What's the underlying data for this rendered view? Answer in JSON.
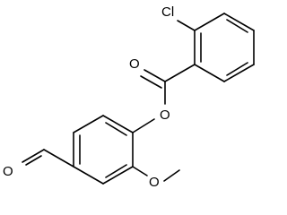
{
  "molecule": {
    "atom_labels": {
      "chlorine": "Cl",
      "ester_carbonyl_oxygen": "O",
      "ester_oxygen": "O",
      "methoxy_oxygen": "O",
      "aldehyde_oxygen": "O"
    }
  },
  "colors": {
    "bond": "#000000",
    "background": "#ffffff"
  }
}
